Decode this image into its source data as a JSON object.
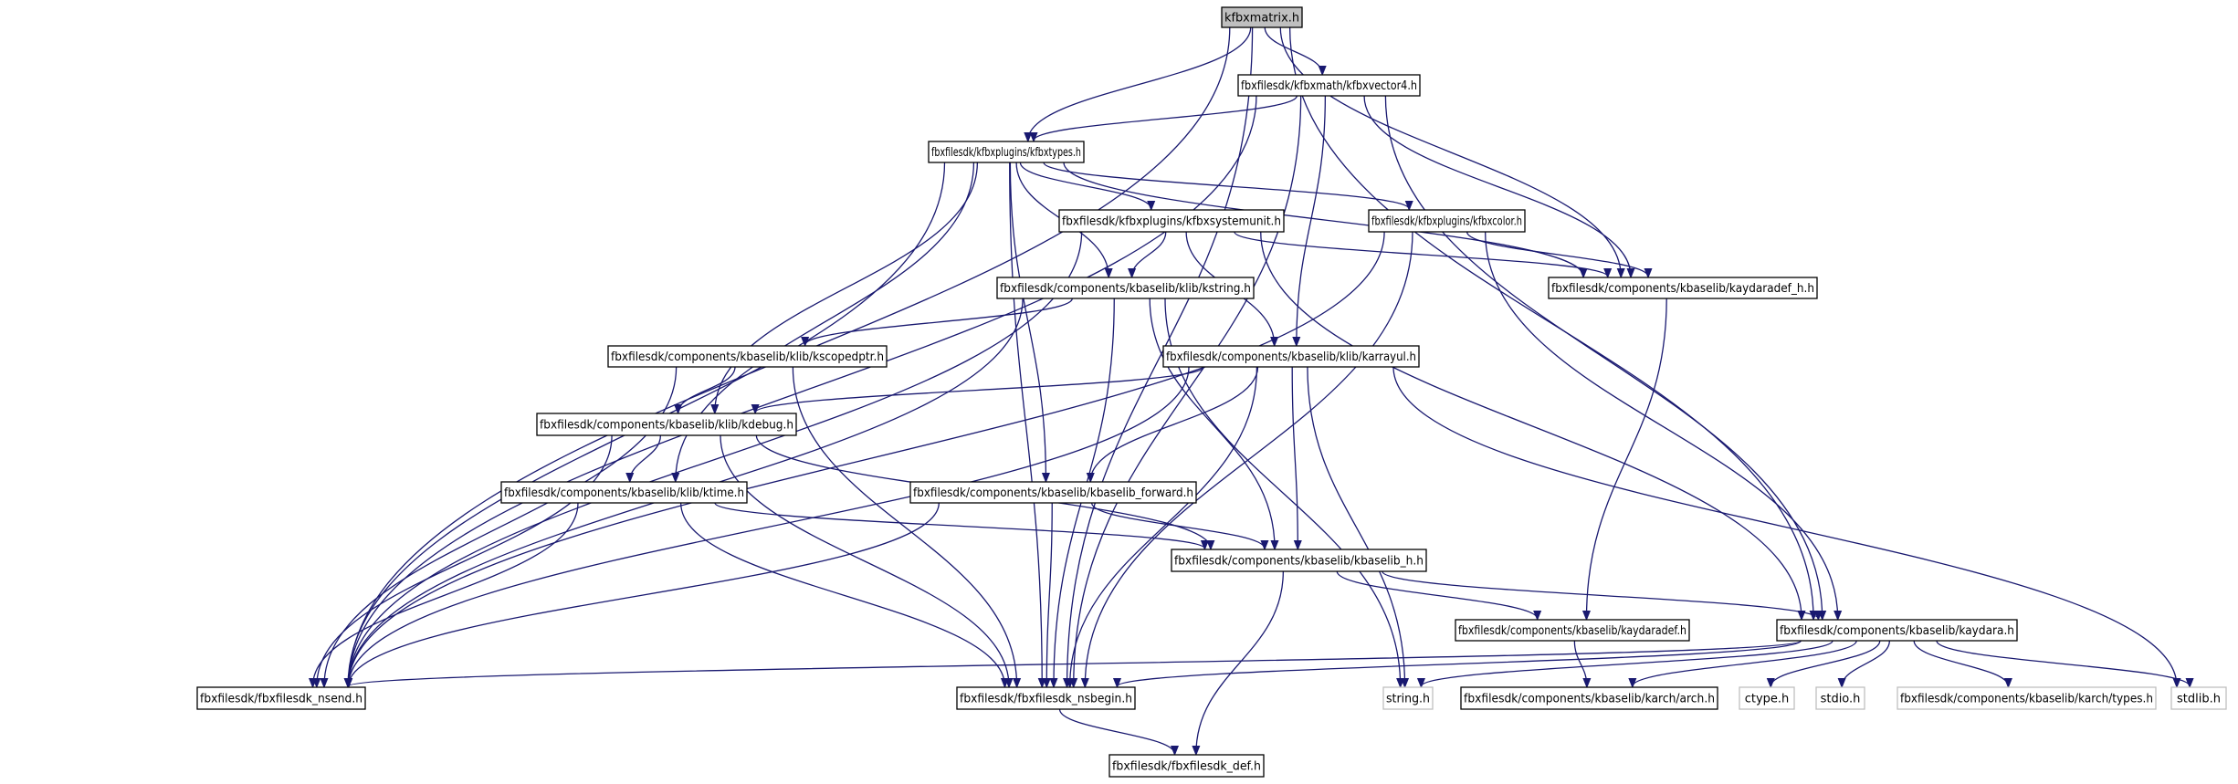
{
  "diagram": {
    "type": "include-dependency-graph",
    "root": "kfbxmatrix.h",
    "nodes": [
      {
        "id": "root",
        "label": "kfbxmatrix.h"
      },
      {
        "id": "vector4",
        "label": "fbxfilesdk/kfbxmath/kfbxvector4.h"
      },
      {
        "id": "types",
        "label": "fbxfilesdk/kfbxplugins/kfbxtypes.h"
      },
      {
        "id": "systemunit",
        "label": "fbxfilesdk/kfbxplugins/kfbxsystemunit.h"
      },
      {
        "id": "color",
        "label": "fbxfilesdk/kfbxplugins/kfbxcolor.h"
      },
      {
        "id": "kaydaradef_h",
        "label": "fbxfilesdk/components/kbaselib/kaydaradef_h.h"
      },
      {
        "id": "kstring",
        "label": "fbxfilesdk/components/kbaselib/klib/kstring.h"
      },
      {
        "id": "kscopedptr",
        "label": "fbxfilesdk/components/kbaselib/klib/kscopedptr.h"
      },
      {
        "id": "karrayul",
        "label": "fbxfilesdk/components/kbaselib/klib/karrayul.h"
      },
      {
        "id": "kdebug",
        "label": "fbxfilesdk/components/kbaselib/klib/kdebug.h"
      },
      {
        "id": "ktime",
        "label": "fbxfilesdk/components/kbaselib/klib/ktime.h"
      },
      {
        "id": "kforward",
        "label": "fbxfilesdk/components/kbaselib/kbaselib_forward.h"
      },
      {
        "id": "kbaselib_h",
        "label": "fbxfilesdk/components/kbaselib/kbaselib_h.h"
      },
      {
        "id": "kaydaradef",
        "label": "fbxfilesdk/components/kbaselib/kaydaradef.h"
      },
      {
        "id": "kaydara",
        "label": "fbxfilesdk/components/kbaselib/kaydara.h"
      },
      {
        "id": "nsend",
        "label": "fbxfilesdk/fbxfilesdk_nsend.h"
      },
      {
        "id": "nsbegin",
        "label": "fbxfilesdk/fbxfilesdk_nsbegin.h"
      },
      {
        "id": "string",
        "label": "string.h"
      },
      {
        "id": "arch",
        "label": "fbxfilesdk/components/kbaselib/karch/arch.h"
      },
      {
        "id": "ctype",
        "label": "ctype.h"
      },
      {
        "id": "stdio",
        "label": "stdio.h"
      },
      {
        "id": "archtypes",
        "label": "fbxfilesdk/components/kbaselib/karch/types.h"
      },
      {
        "id": "stdlib",
        "label": "stdlib.h"
      },
      {
        "id": "def",
        "label": "fbxfilesdk/fbxfilesdk_def.h"
      }
    ],
    "edges": [
      [
        "root",
        "vector4"
      ],
      [
        "root",
        "types"
      ],
      [
        "root",
        "kaydaradef_h"
      ],
      [
        "root",
        "kaydara"
      ],
      [
        "root",
        "nsend"
      ],
      [
        "root",
        "nsbegin"
      ],
      [
        "vector4",
        "types"
      ],
      [
        "vector4",
        "kaydaradef_h"
      ],
      [
        "vector4",
        "karrayul"
      ],
      [
        "vector4",
        "kaydara"
      ],
      [
        "vector4",
        "nsend"
      ],
      [
        "vector4",
        "nsbegin"
      ],
      [
        "types",
        "systemunit"
      ],
      [
        "types",
        "color"
      ],
      [
        "types",
        "kaydaradef_h"
      ],
      [
        "types",
        "kstring"
      ],
      [
        "types",
        "kdebug"
      ],
      [
        "types",
        "ktime"
      ],
      [
        "types",
        "kforward"
      ],
      [
        "types",
        "nsend"
      ],
      [
        "types",
        "nsbegin"
      ],
      [
        "systemunit",
        "kstring"
      ],
      [
        "systemunit",
        "karrayul"
      ],
      [
        "systemunit",
        "kaydaradef_h"
      ],
      [
        "systemunit",
        "kaydara"
      ],
      [
        "systemunit",
        "nsend"
      ],
      [
        "color",
        "kaydaradef_h"
      ],
      [
        "color",
        "kaydara"
      ],
      [
        "color",
        "nsend"
      ],
      [
        "color",
        "nsbegin"
      ],
      [
        "kaydaradef_h",
        "kaydaradef"
      ],
      [
        "kstring",
        "kscopedptr"
      ],
      [
        "kstring",
        "kbaselib_h"
      ],
      [
        "kstring",
        "string"
      ],
      [
        "kstring",
        "nsend"
      ],
      [
        "kstring",
        "nsbegin"
      ],
      [
        "kscopedptr",
        "kdebug"
      ],
      [
        "kscopedptr",
        "nsend"
      ],
      [
        "kscopedptr",
        "nsbegin"
      ],
      [
        "karrayul",
        "kdebug"
      ],
      [
        "karrayul",
        "kforward"
      ],
      [
        "karrayul",
        "kbaselib_h"
      ],
      [
        "karrayul",
        "string"
      ],
      [
        "karrayul",
        "stdlib"
      ],
      [
        "karrayul",
        "nsend"
      ],
      [
        "karrayul",
        "nsbegin"
      ],
      [
        "kdebug",
        "ktime"
      ],
      [
        "kdebug",
        "kbaselib_h"
      ],
      [
        "kdebug",
        "nsend"
      ],
      [
        "kdebug",
        "nsbegin"
      ],
      [
        "ktime",
        "kbaselib_h"
      ],
      [
        "ktime",
        "nsend"
      ],
      [
        "ktime",
        "nsbegin"
      ],
      [
        "kforward",
        "kbaselib_h"
      ],
      [
        "kforward",
        "nsend"
      ],
      [
        "kforward",
        "nsbegin"
      ],
      [
        "kbaselib_h",
        "kaydaradef"
      ],
      [
        "kbaselib_h",
        "kaydara"
      ],
      [
        "kbaselib_h",
        "def"
      ],
      [
        "kaydaradef",
        "arch"
      ],
      [
        "kaydara",
        "nsend"
      ],
      [
        "kaydara",
        "nsbegin"
      ],
      [
        "kaydara",
        "string"
      ],
      [
        "kaydara",
        "arch"
      ],
      [
        "kaydara",
        "ctype"
      ],
      [
        "kaydara",
        "stdio"
      ],
      [
        "kaydara",
        "archtypes"
      ],
      [
        "kaydara",
        "stdlib"
      ],
      [
        "nsbegin",
        "def"
      ]
    ],
    "colors": {
      "edge": "#191970",
      "root_fill": "#bfbfbf",
      "node_border": "#000000",
      "external_border": "#bfbfbf"
    }
  }
}
